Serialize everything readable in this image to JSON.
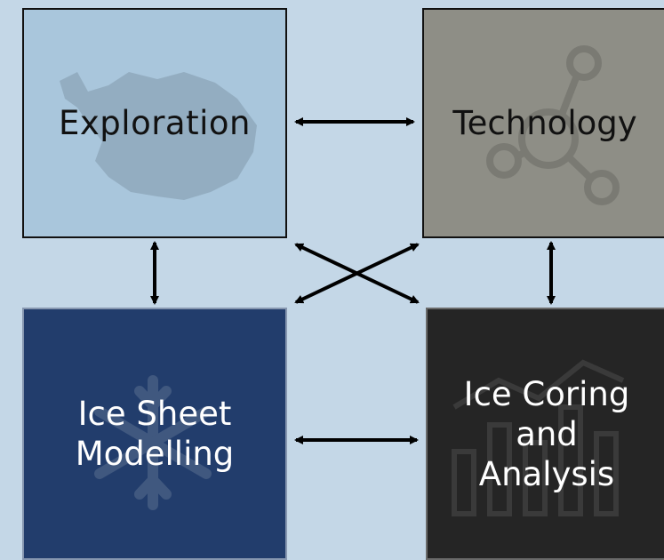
{
  "diagram": {
    "nodes": {
      "exploration": {
        "label": "Exploration",
        "icon": "antarctica-map-icon",
        "color": "#a9c6dc"
      },
      "technology": {
        "label": "Technology",
        "icon": "network-nodes-icon",
        "color": "#8e8e86"
      },
      "ice_sheet_modelling": {
        "label": "Ice Sheet Modelling",
        "icon": "snowflake-icon",
        "color": "#223d6c"
      },
      "ice_coring": {
        "label": "Ice Coring and Analysis",
        "icon": "bar-chart-icon",
        "color": "#252525"
      }
    },
    "edges": [
      {
        "from": "exploration",
        "to": "technology",
        "direction": "both"
      },
      {
        "from": "exploration",
        "to": "ice_sheet_modelling",
        "direction": "both"
      },
      {
        "from": "technology",
        "to": "ice_coring",
        "direction": "both"
      },
      {
        "from": "ice_sheet_modelling",
        "to": "ice_coring",
        "direction": "both"
      },
      {
        "from": "exploration",
        "to": "ice_coring",
        "direction": "both"
      },
      {
        "from": "technology",
        "to": "ice_sheet_modelling",
        "direction": "both"
      }
    ]
  }
}
